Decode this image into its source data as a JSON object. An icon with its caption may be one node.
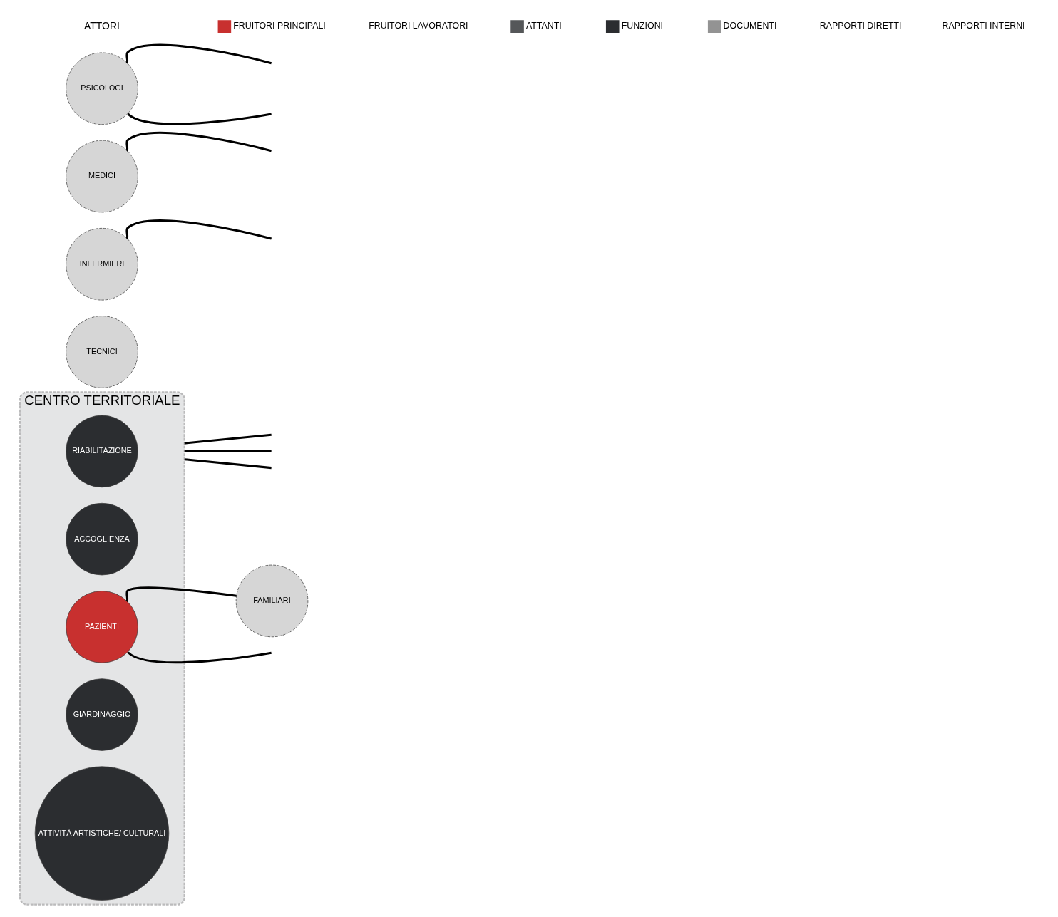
{
  "diagram": {
    "nodes": [
      {
        "text": [
          "CENTRO TERRITORIALE"
        ]
      },
      {
        "text": [
          "RIABILITAZIONE"
        ],
        "in": 0
      },
      {
        "text": [
          "ACCOGLIENZA"
        ],
        "in": 0
      },
      {
        "text": [
          "PAZIENTI"
        ],
        "in": 0
      },
      {
        "text": [
          "GIARDINAGGIO"
        ],
        "in": 0
      },
      {
        "text": [
          "ATTIVITÀ ARTISTICHE/ CULTURALI"
        ],
        "in": 0
      },
      {
        "text": [
          "TECNICI"
        ]
      },
      {
        "text": [
          "INFERMIERI"
        ]
      },
      {
        "text": [
          "MEDICI"
        ]
      },
      {
        "text": [
          "PSICOLOGI"
        ]
      },
      {
        "text": [
          "FAMILIARI"
        ]
      }
    ],
    "edges": [
      {
        "from": 3,
        "to": 10,
        "arrow": "none"
      },
      {
        "from": 3,
        "to": null,
        "arrow": "none"
      },
      {
        "from": 7,
        "to": null,
        "arrow": "none"
      },
      {
        "from": 0,
        "to": null,
        "arrow": "none"
      },
      {
        "from": 0,
        "to": null,
        "arrow": "none"
      },
      {
        "from": 0,
        "to": null,
        "arrow": "none"
      },
      {
        "from": 8,
        "to": null,
        "arrow": "none"
      },
      {
        "from": 9,
        "to": null,
        "arrow": "none"
      },
      {
        "from": 9,
        "to": null,
        "arrow": "none"
      }
    ],
    "labels": [
      "ATTORI"
    ],
    "legend": [
      {
        "text": "FRUITORI PRINCIPALI",
        "color": "#c8302f"
      },
      {
        "text": "FRUITORI LAVORATORI"
      },
      {
        "text": "ATTANTI",
        "color": "#555759"
      },
      {
        "text": "FUNZIONI",
        "color": "#2b2d30"
      },
      {
        "text": "DOCUMENTI",
        "color": "#939393"
      },
      {
        "text": "RAPPORTI DIRETTI"
      },
      {
        "text": "RAPPORTI INTERNI"
      }
    ]
  }
}
